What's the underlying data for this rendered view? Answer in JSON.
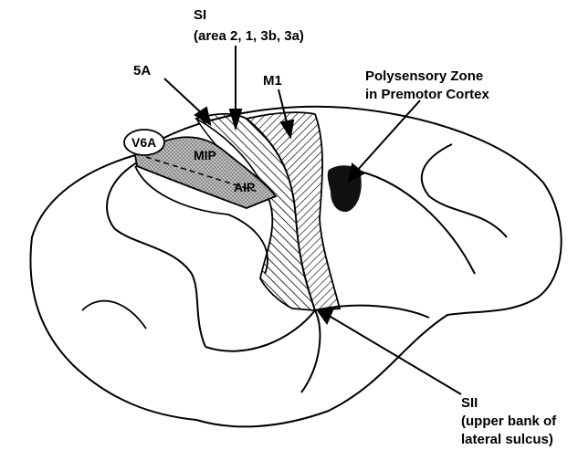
{
  "labels": {
    "si_title": "SI",
    "si_sub": "(area 2, 1, 3b, 3a)",
    "area_5a": "5A",
    "m1": "M1",
    "poly_1": "Polysensory Zone",
    "poly_2": "in Premotor Cortex",
    "v6a": "V6A",
    "mip": "MIP",
    "aip": "AIP",
    "sii_1": "SII",
    "sii_2": "(upper bank of",
    "sii_3": "lateral sulcus)"
  },
  "colors": {
    "ink": "#000000",
    "background": "#ffffff",
    "ips_fill": "#9a9a9a",
    "polysensory_fill": "#111111"
  }
}
